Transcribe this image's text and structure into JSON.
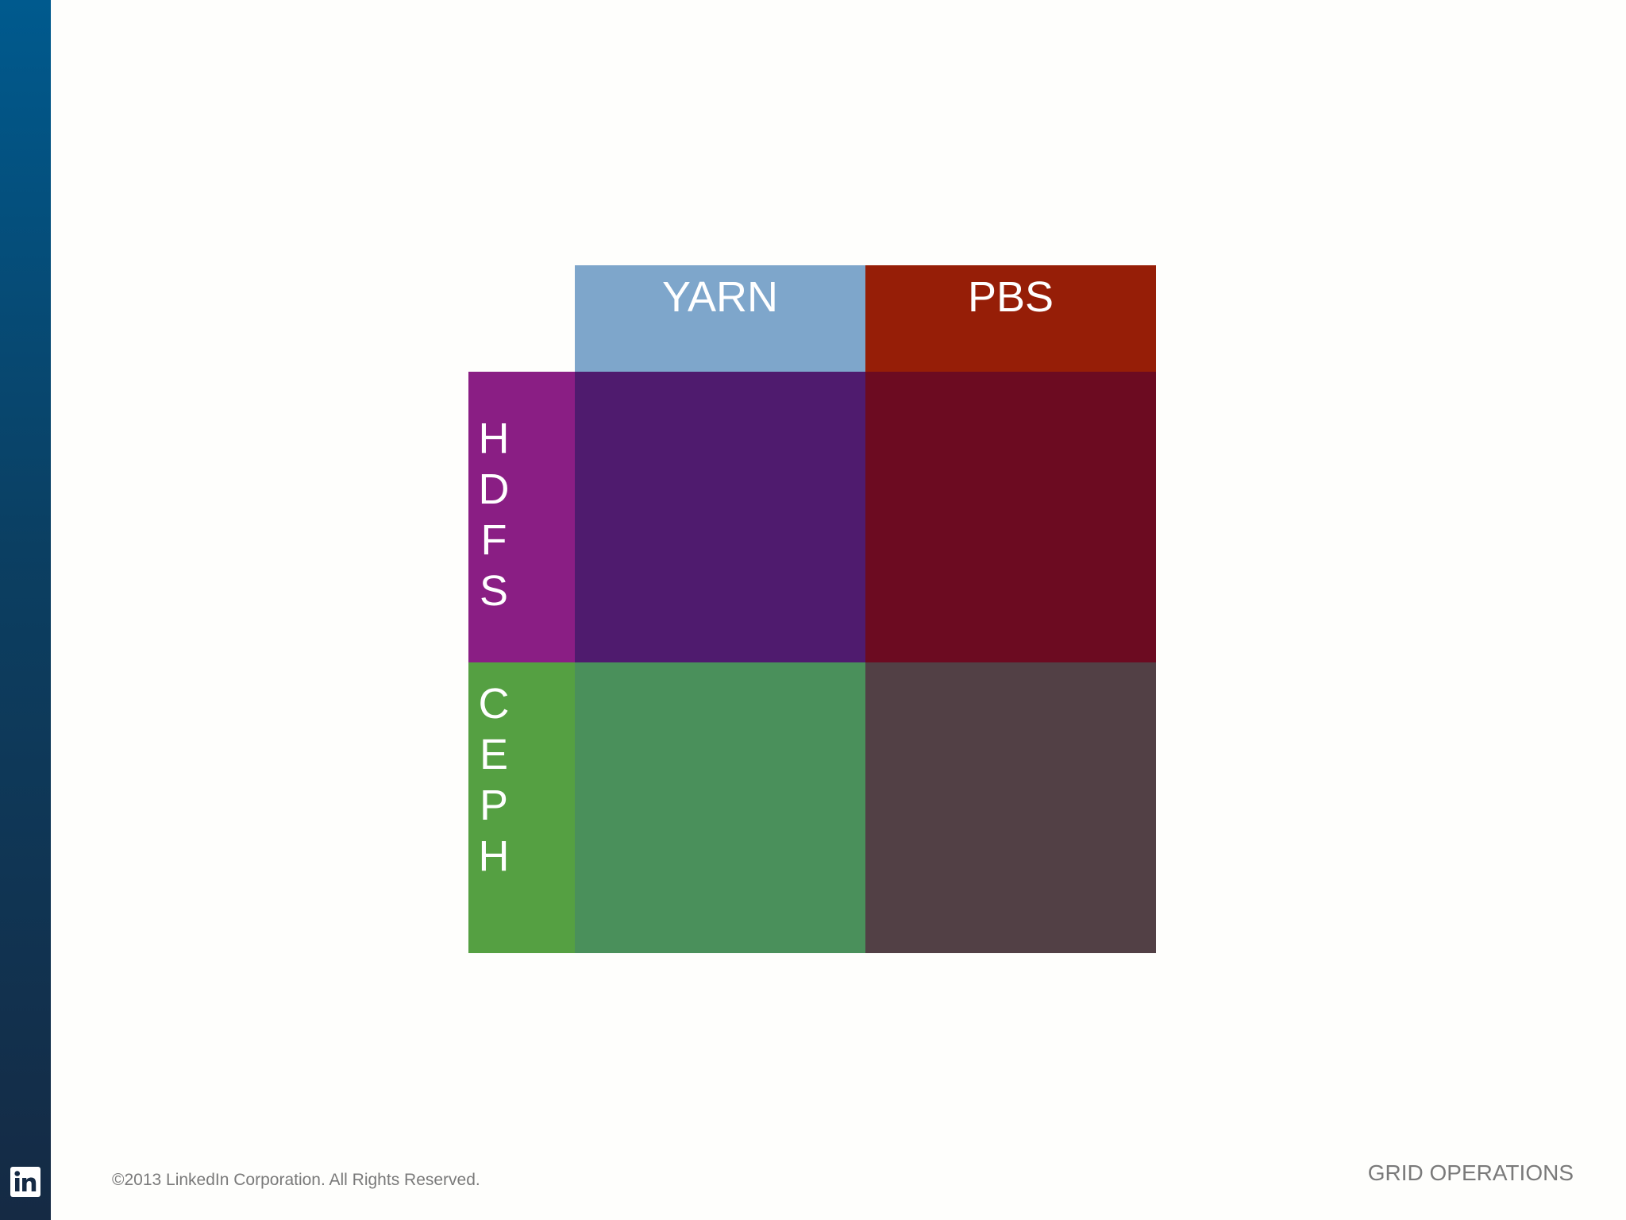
{
  "diagram": {
    "columns": [
      {
        "label": "YARN",
        "color": "#7ea6cb"
      },
      {
        "label": "PBS",
        "color": "#961e07"
      }
    ],
    "rows": [
      {
        "label": "HDFS",
        "letters": [
          "H",
          "D",
          "F",
          "S"
        ],
        "color": "#8a1e84"
      },
      {
        "label": "CEPH",
        "letters": [
          "C",
          "E",
          "P",
          "H"
        ],
        "color": "#55a042"
      }
    ],
    "cells": [
      {
        "row": "HDFS",
        "column": "YARN",
        "color": "#4f1b6e"
      },
      {
        "row": "HDFS",
        "column": "PBS",
        "color": "#6c0b21"
      },
      {
        "row": "CEPH",
        "column": "YARN",
        "color": "#4a905b"
      },
      {
        "row": "CEPH",
        "column": "PBS",
        "color": "#524045"
      }
    ]
  },
  "footer": {
    "copyright": "©2013 LinkedIn Corporation. All Rights Reserved.",
    "section_title": "GRID OPERATIONS",
    "logo_icon": "linkedin-logo-icon",
    "logo_text": "in"
  },
  "colors": {
    "sidebar_top": "#005a8e",
    "sidebar_bottom": "#152a44",
    "background": "#fefefc"
  }
}
